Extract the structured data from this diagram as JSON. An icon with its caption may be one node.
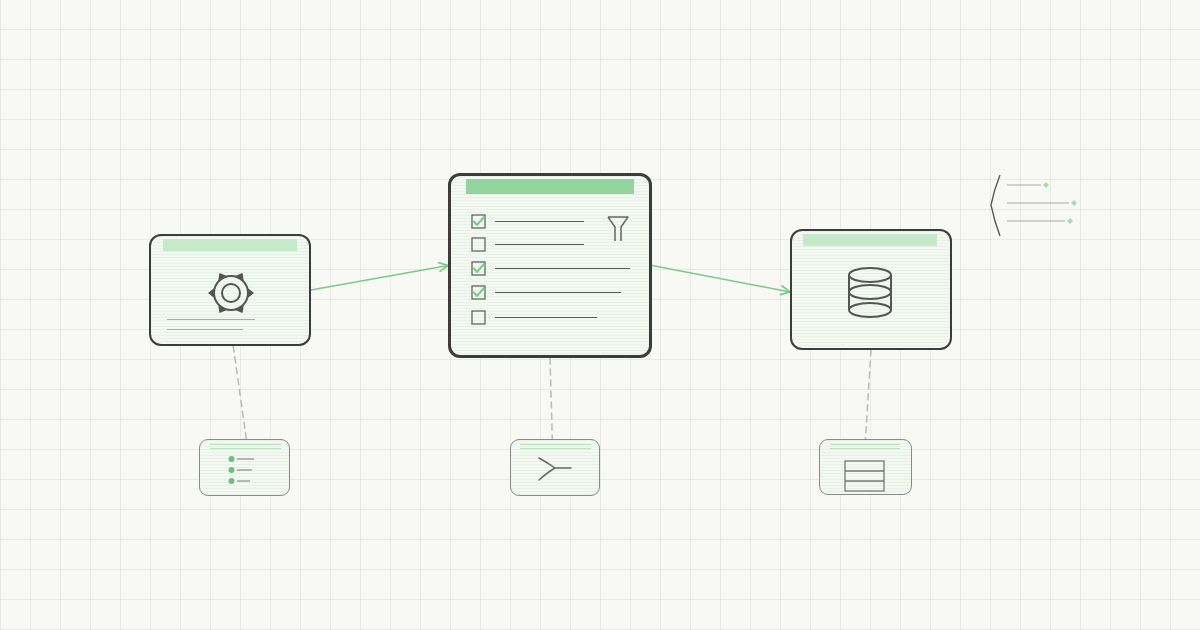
{
  "diagram": {
    "nodes": [
      {
        "text": [],
        "shape": "box"
      },
      {
        "text": [],
        "shape": "box"
      },
      {
        "text": [],
        "shape": "box"
      },
      {
        "text": [],
        "shape": "box"
      },
      {
        "text": [],
        "shape": "box"
      },
      {
        "text": [],
        "shape": "box"
      }
    ],
    "edges": [
      {
        "from": 0,
        "to": 1,
        "arrow": "to",
        "color": "#7cc98a"
      },
      {
        "from": 1,
        "to": 2,
        "arrow": "to",
        "color": "#7cc98a"
      },
      {
        "from": 0,
        "to": 3,
        "arrow": "none",
        "style": "dashed"
      },
      {
        "from": 1,
        "to": 4,
        "arrow": "none",
        "style": "dashed"
      },
      {
        "from": 2,
        "to": 5,
        "arrow": "none",
        "style": "dashed"
      }
    ]
  }
}
